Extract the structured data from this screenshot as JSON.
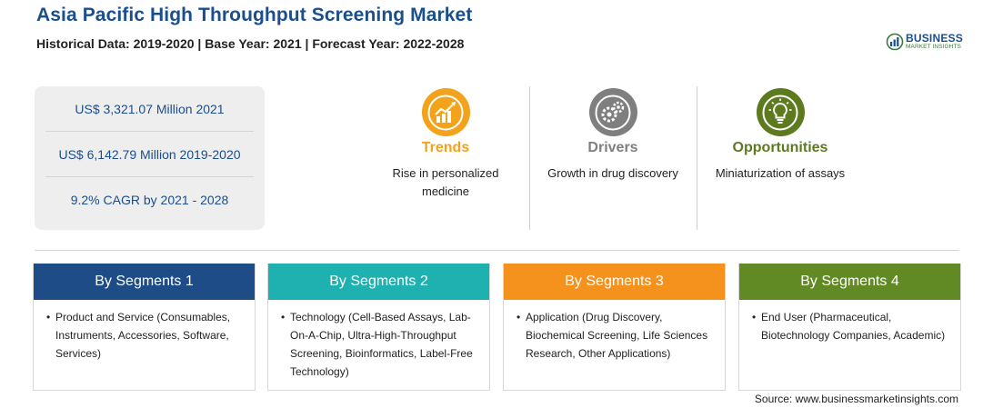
{
  "header": {
    "title": "Asia Pacific High Throughput Screening Market",
    "subtitle": "Historical Data: 2019-2020 | Base Year: 2021 | Forecast Year: 2022-2028"
  },
  "logo": {
    "top": "BUSINESS",
    "bottom": "MARKET INSIGHTS",
    "icon": "globe-logo-icon",
    "colors": {
      "blue": "#1b4e8c",
      "green": "#3a7a3a"
    }
  },
  "stats": [
    {
      "text": "US$ 3,321.07 Million 2021"
    },
    {
      "text": "US$ 6,142.79 Million 2019-2020"
    },
    {
      "text": "9.2% CAGR by 2021 - 2028"
    }
  ],
  "insights": [
    {
      "label": "Trends",
      "description": "Rise in personalized medicine",
      "color": "#f2a21b",
      "icon": "trend-chart-icon"
    },
    {
      "label": "Drivers",
      "description": "Growth in drug discovery",
      "color": "#7f7f7f",
      "icon": "gears-icon"
    },
    {
      "label": "Opportunities",
      "description": "Miniaturization of assays",
      "color": "#5e7a1f",
      "icon": "lightbulb-icon"
    }
  ],
  "segments": [
    {
      "title": "By Segments 1",
      "color": "#1d4c86",
      "item": "Product and Service (Consumables, Instruments, Accessories, Software, Services)"
    },
    {
      "title": "By Segments 2",
      "color": "#1fb1b0",
      "item": "Technology (Cell-Based Assays, Lab-On-A-Chip, Ultra-High-Throughput Screening, Bioinformatics, Label-Free Technology)"
    },
    {
      "title": "By Segments 3",
      "color": "#f5921e",
      "item": "Application (Drug Discovery, Biochemical Screening, Life Sciences Research, Other Applications)"
    },
    {
      "title": "By Segments 4",
      "color": "#628a24",
      "item": "End User (Pharmaceutical, Biotechnology Companies, Academic)"
    }
  ],
  "source": "Source: www.businessmarketinsights.com"
}
